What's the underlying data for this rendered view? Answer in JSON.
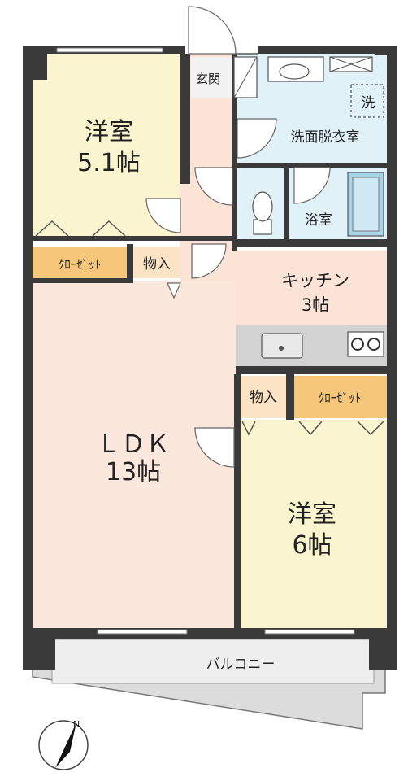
{
  "rooms": {
    "western_room_1": {
      "name": "洋室",
      "size": "5.1帖"
    },
    "entrance": {
      "name": "玄関"
    },
    "washroom": {
      "name": "洗面脱衣室"
    },
    "washer": {
      "name": "洗"
    },
    "bathroom": {
      "name": "浴室"
    },
    "closet_1": {
      "name": "ｸﾛｰｾﾞｯﾄ"
    },
    "storage_1": {
      "name": "物入"
    },
    "kitchen": {
      "name": "キッチン",
      "size": "3帖"
    },
    "ldk": {
      "name": "ＬＤＫ",
      "size": "13帖"
    },
    "storage_2": {
      "name": "物入"
    },
    "closet_2": {
      "name": "ｸﾛｰｾﾞｯﾄ"
    },
    "western_room_2": {
      "name": "洋室",
      "size": "6帖"
    },
    "balcony": {
      "name": "バルコニー"
    }
  },
  "compass": {
    "label": "N"
  },
  "colors": {
    "western_room": "#fbf5cf",
    "ldk": "#fbe7dc",
    "kitchen": "#fbe3d6",
    "wet_area": "#e0f1f8",
    "closet": "#f6c77a",
    "storage": "#fbe3c3",
    "counter": "#d2d2d2",
    "balcony": "#dcdcdc",
    "wall": "#3a3a3a"
  }
}
